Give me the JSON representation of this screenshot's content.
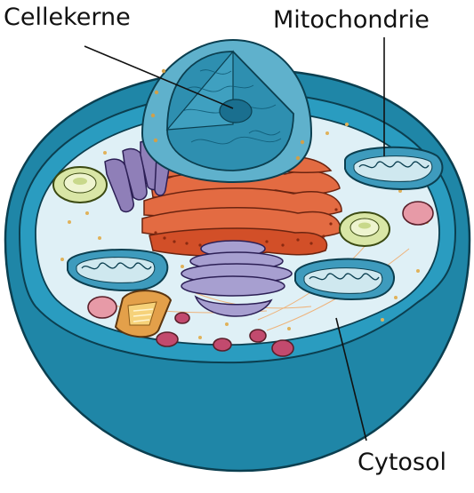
{
  "labels": {
    "nucleus": "Cellekerne",
    "mitochondria": "Mitochondrie",
    "cytosol": "Cytosol"
  },
  "colors": {
    "membrane": "#1f86a7",
    "membrane_dark": "#136a86",
    "cytosol": "#dff0f6",
    "nucleus": "#2e8fb0",
    "nucleus_light": "#7ec1d6",
    "rough_er": "#e36b42",
    "golgi": "#a79fd0",
    "mitochondria": "#3e9bbd",
    "vesicle_pink": "#e79aa7",
    "lysosome_green": "#d9e6a6",
    "centriole": "#f0b84a"
  }
}
